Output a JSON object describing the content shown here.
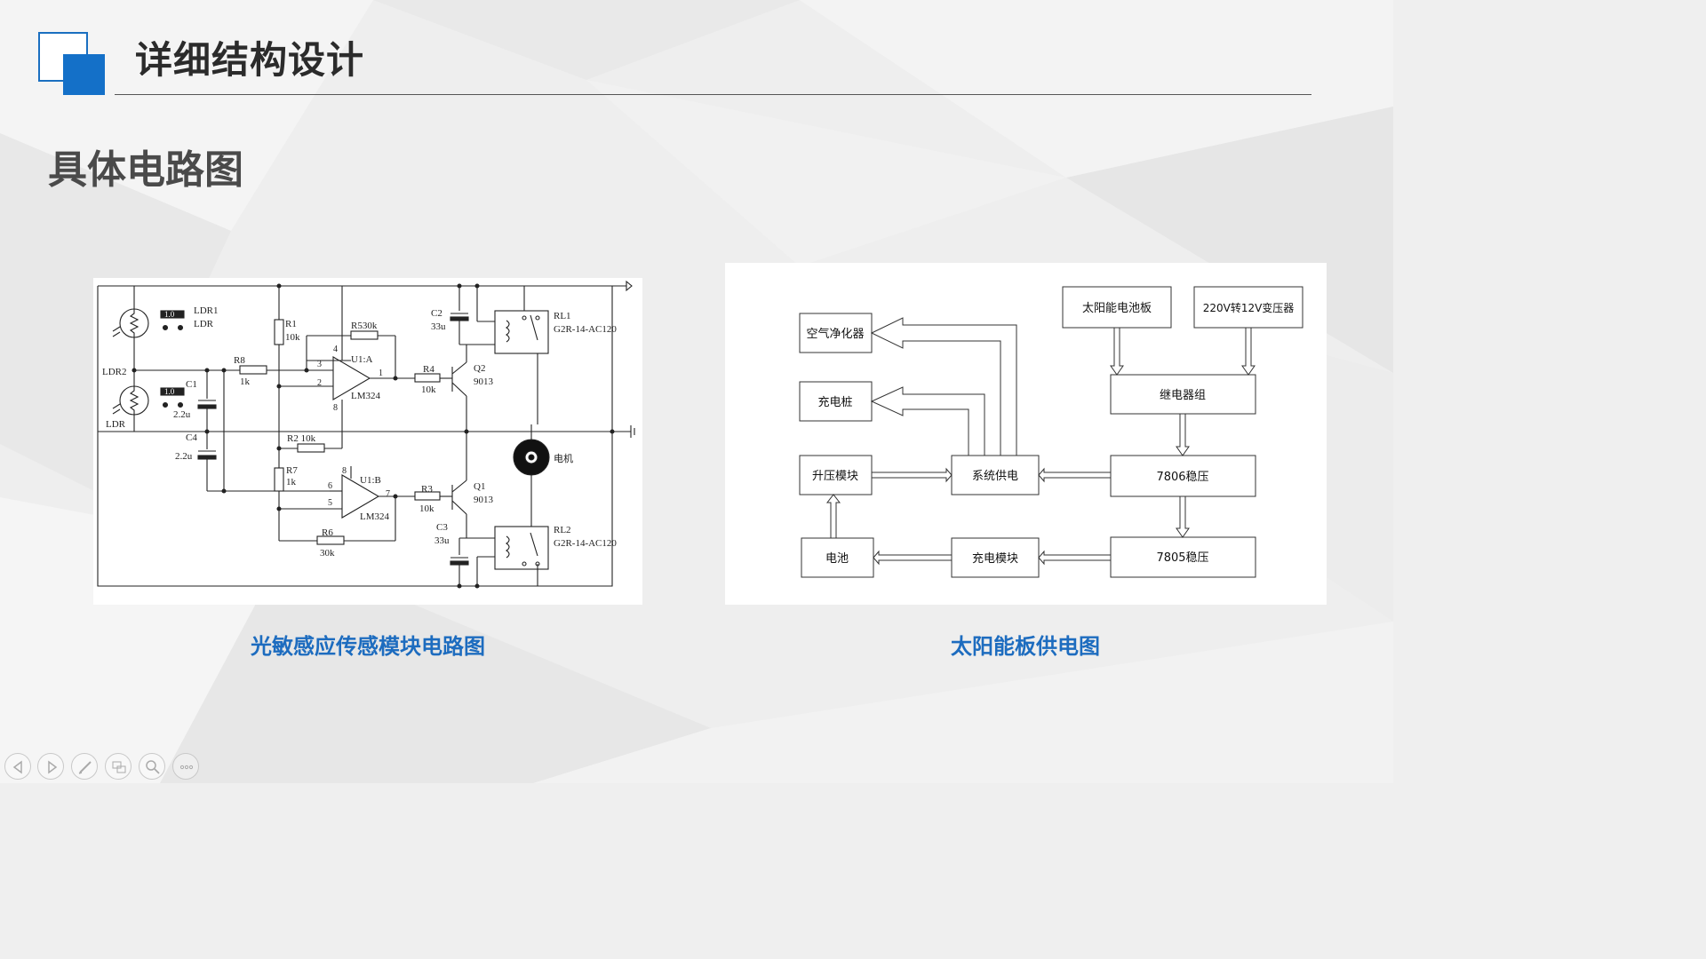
{
  "slide": {
    "title": "详细结构设计",
    "subtitle": "具体电路图"
  },
  "figures": [
    {
      "caption": "光敏感应传感模块电路图"
    },
    {
      "caption": "太阳能板供电图"
    }
  ],
  "circuit": {
    "labels": {
      "ldr1": "LDR1",
      "ldr1b": "LDR",
      "ldr2": "LDR2",
      "ldr2b": "LDR",
      "pad": "1.0",
      "r1": "R1",
      "r1v": "10k",
      "r5": "R530k",
      "u1a": "U1:A",
      "lm1": "LM324",
      "r8": "R8",
      "r8v": "1k",
      "c1": "C1",
      "c1v": "2.2u",
      "r2": "R2 10k",
      "c4": "C4",
      "c4v": "2.2u",
      "r7": "R7",
      "r7v": "1k",
      "u1b": "U1:B",
      "lm2": "LM324",
      "r6": "R6",
      "r6v": "30k",
      "c2": "C2",
      "c2v": "33u",
      "r4": "R4",
      "r4v": "10k",
      "q2": "Q2",
      "q2v": "9013",
      "rl1": "RL1",
      "rl1v": "G2R-14-AC120",
      "motor": "电机",
      "r3": "R3",
      "r3v": "10k",
      "q1": "Q1",
      "q1v": "9013",
      "c3": "C3",
      "c3v": "33u",
      "rl2": "RL2",
      "rl2v": "G2R-14-AC120",
      "p4": "4",
      "p3": "3",
      "p2": "2",
      "p1": "1",
      "p8": "8",
      "p6": "6",
      "p5": "5",
      "p7": "7",
      "p8b": "8"
    }
  },
  "block_diagram": {
    "blocks": {
      "air": "空气净化器",
      "charger": "充电桩",
      "boost": "升压模块",
      "battery": "电池",
      "system": "系统供电",
      "chargemod": "充电模块",
      "solar": "太阳能电池板",
      "transformer": "220V转12V变压器",
      "relay": "继电器组",
      "r7806": "7806稳压",
      "r7805": "7805稳压"
    }
  },
  "controls": [
    "previous-icon",
    "next-icon",
    "pen-icon",
    "slides-icon",
    "zoom-icon",
    "more-icon"
  ]
}
